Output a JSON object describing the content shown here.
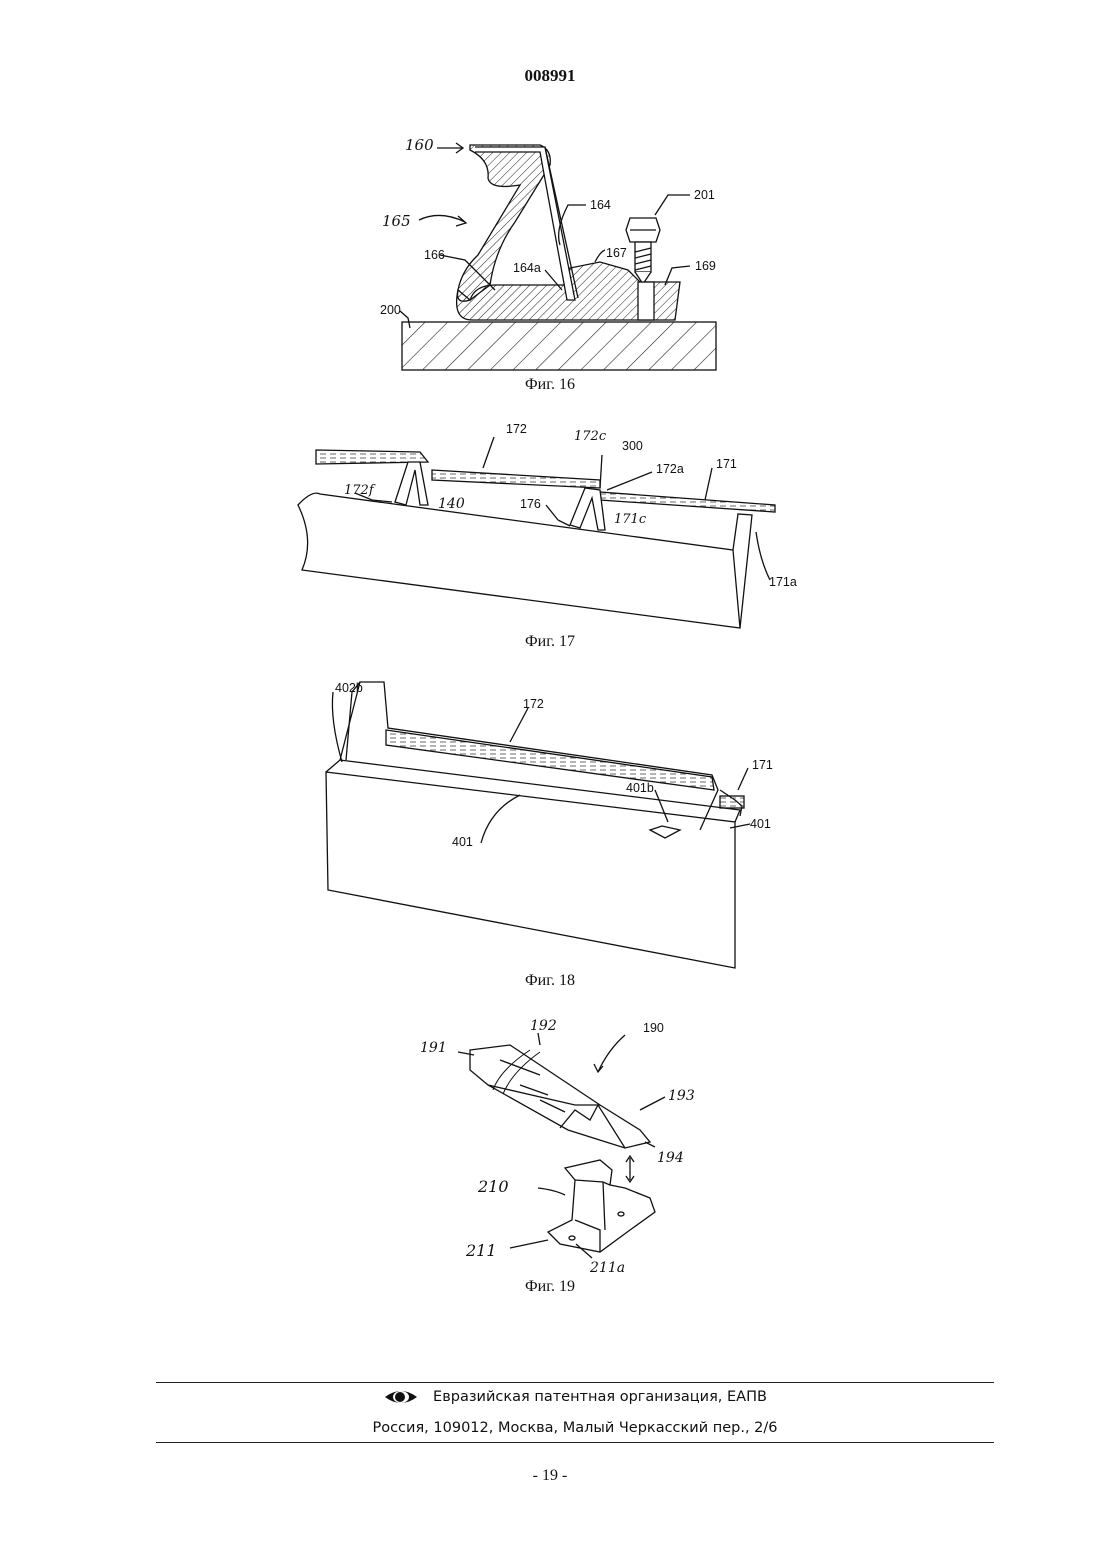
{
  "header": {
    "doc_number": "008991"
  },
  "figures": [
    {
      "caption": "Фиг. 16",
      "labels": {
        "l160": "160",
        "l165": "165",
        "l164": "164",
        "l201": "201",
        "l166": "166",
        "l164a": "164a",
        "l167": "167",
        "l169": "169",
        "l200": "200"
      }
    },
    {
      "caption": "Фиг. 17",
      "labels": {
        "l172": "172",
        "l172c": "172c",
        "l300": "300",
        "l172a": "172a",
        "l171": "171",
        "l172f": "172f",
        "l140": "140",
        "l176": "176",
        "l171c": "171c",
        "l171a": "171a"
      }
    },
    {
      "caption": "Фиг. 18",
      "labels": {
        "l402b": "402b",
        "l172": "172",
        "l171": "171",
        "l401b": "401b",
        "l401a": "401",
        "l401b2": "401"
      }
    },
    {
      "caption": "Фиг. 19",
      "labels": {
        "l192": "192",
        "l190": "190",
        "l191": "191",
        "l193": "193",
        "l194": "194",
        "l210": "210",
        "l211": "211",
        "l211a": "211a"
      }
    }
  ],
  "footer": {
    "org": "Евразийская патентная организация, ЕАПВ",
    "address": "Россия, 109012, Москва, Малый Черкасский пер., 2/6",
    "page_number": "- 19 -"
  }
}
